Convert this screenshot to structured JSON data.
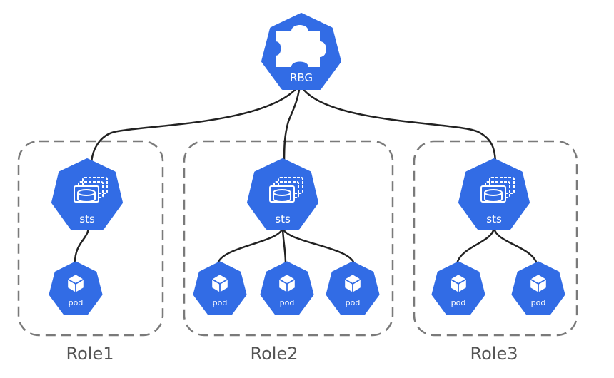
{
  "colors": {
    "accent": "#326ce5",
    "connector": "#222222",
    "box_border": "#7a7a7a",
    "label": "#555555"
  },
  "root": {
    "label": "RBG",
    "icon": "puzzle-icon"
  },
  "roles": [
    {
      "label": "Role1",
      "sts_label": "sts",
      "pods": [
        "pod"
      ]
    },
    {
      "label": "Role2",
      "sts_label": "sts",
      "pods": [
        "pod",
        "pod",
        "pod"
      ]
    },
    {
      "label": "Role3",
      "sts_label": "sts",
      "pods": [
        "pod",
        "pod"
      ]
    }
  ]
}
